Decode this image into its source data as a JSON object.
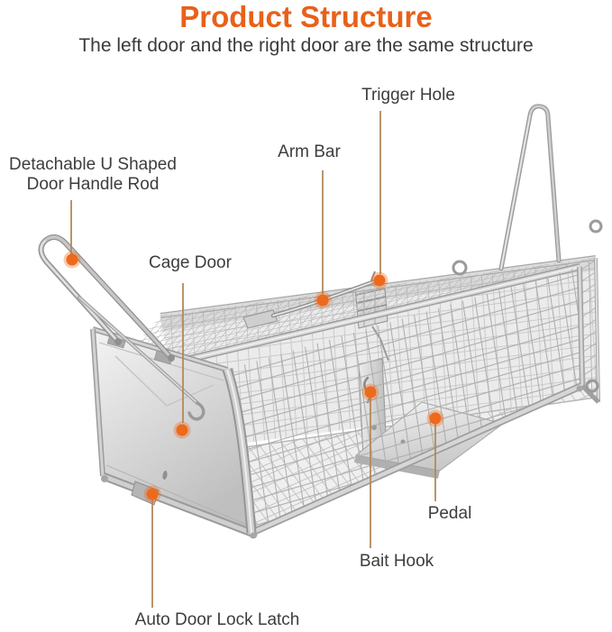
{
  "header": {
    "title": "Product Structure",
    "subtitle": "The left door and the right door are the same structure"
  },
  "labels": [
    {
      "id": "detachable-u-shaped-door-handle-rod",
      "text": "Detachable U Shaped Door Handle Rod"
    },
    {
      "id": "cage-door",
      "text": "Cage Door"
    },
    {
      "id": "arm-bar",
      "text": "Arm Bar"
    },
    {
      "id": "trigger-hole",
      "text": "Trigger Hole"
    },
    {
      "id": "pedal",
      "text": "Pedal"
    },
    {
      "id": "bait-hook",
      "text": "Bait Hook"
    },
    {
      "id": "auto-door-lock-latch",
      "text": "Auto Door Lock Latch"
    }
  ],
  "illustration": "wire-mesh humane cage trap shown in perspective with labeled parts",
  "colors": {
    "title_orange": "#e8611a",
    "leader_line": "#b3895a",
    "marker_dot": "#ed6a1c",
    "label_text": "#3d3d3d"
  }
}
